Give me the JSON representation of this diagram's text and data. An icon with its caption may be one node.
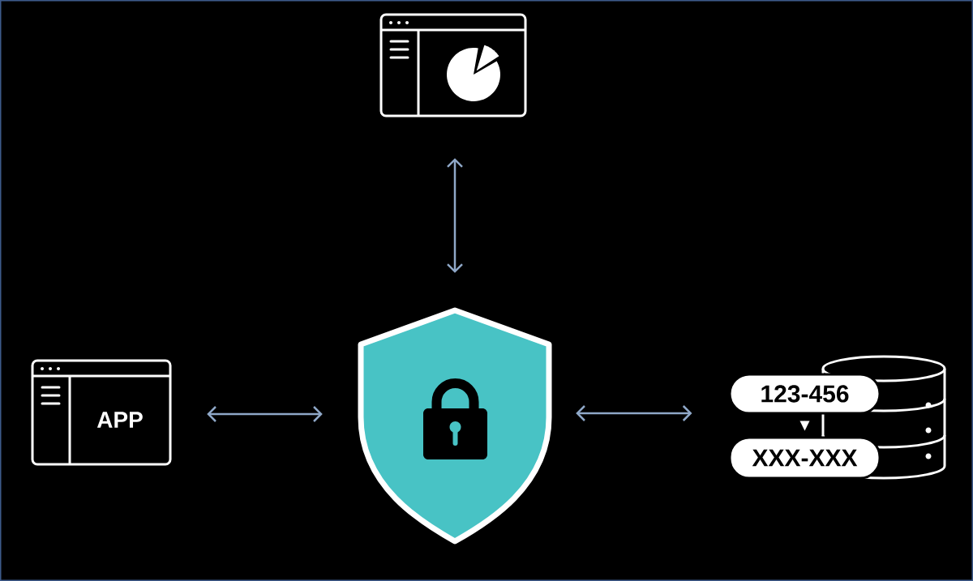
{
  "diagram": {
    "nodes": [
      {
        "text": [],
        "shape": "window"
      },
      {
        "text": [
          "APP"
        ]
      },
      {
        "text": [],
        "shape": "shield"
      },
      {
        "text": [],
        "shape": "cylinder"
      },
      {
        "text": [
          "123-456"
        ]
      },
      {
        "text": [
          "XXX-XXX"
        ]
      }
    ],
    "edges": [
      {
        "from": 0,
        "to": 2,
        "arrow": "both"
      },
      {
        "from": 1,
        "to": 2,
        "arrow": "both"
      },
      {
        "from": 2,
        "to": 4,
        "arrow": "both"
      },
      {
        "from": 4,
        "to": 5,
        "arrow": "to",
        "color": "#ffffff"
      }
    ]
  }
}
